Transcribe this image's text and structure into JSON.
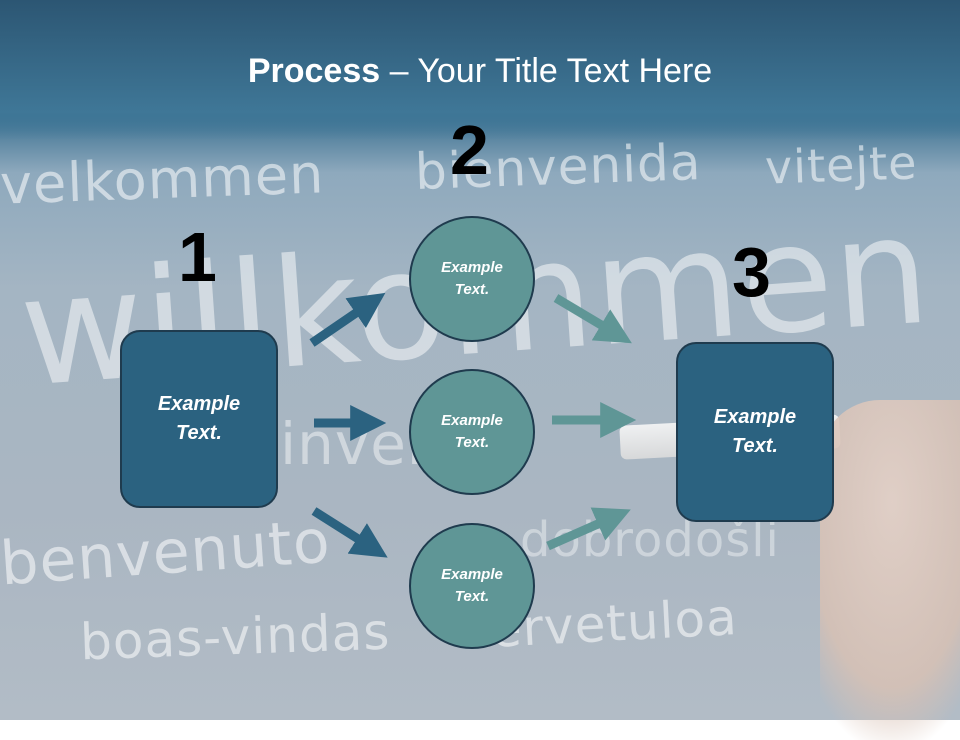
{
  "title": {
    "bold": "Process",
    "rest": " – Your Title Text Here"
  },
  "background_words": {
    "w1": "velkommen",
    "w2": "bienvenida",
    "w3": "vitejte",
    "w4": "willkommen",
    "w5": "benvenuto",
    "w6": "boas-vindas",
    "w7": "tervetuloa",
    "w8": "invenite",
    "w9": "dobrodošli"
  },
  "steps": {
    "n1": "1",
    "n2": "2",
    "n3": "3"
  },
  "boxes": {
    "left": "Example\nText.",
    "right": "Example\nText."
  },
  "circles": {
    "top": "Example\nText.",
    "middle": "Example\nText.",
    "bottom": "Example\nText."
  },
  "colors": {
    "box_fill": "#2b6280",
    "circle_fill": "#5f9696",
    "arrow_dark": "#2b6280",
    "arrow_light": "#5f9696"
  }
}
